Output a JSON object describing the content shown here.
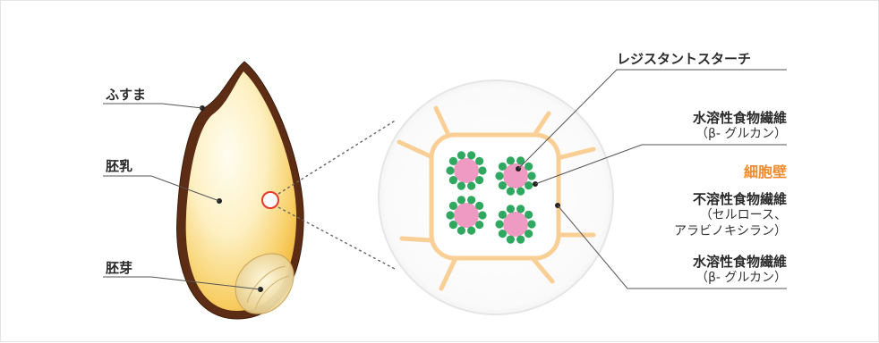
{
  "labels": {
    "bran": "ふすま",
    "endosperm": "胚乳",
    "germ": "胚芽",
    "resistant_starch": "レジスタントスターチ",
    "soluble_fiber_top": "水溶性食物繊維",
    "soluble_fiber_top_sub": "（β- グルカン）",
    "cell_wall": "細胞壁",
    "insoluble_fiber": "不溶性食物繊維",
    "insoluble_fiber_sub1": "（セルロース、",
    "insoluble_fiber_sub2": "アラビノキシラン）",
    "soluble_fiber_bottom": "水溶性食物繊維",
    "soluble_fiber_bottom_sub": "（β- グルカン）"
  },
  "colors": {
    "bran": "#6b3a1d",
    "endosperm_light": "#fffbe8",
    "endosperm_dark": "#f6c24a",
    "cell_wall": "#f9cf95",
    "starch_core": "#ee9ac2",
    "beta_glucan_dot": "#2fa860",
    "accent": "#ee8b2f",
    "highlight_ring": "#e8382d"
  }
}
